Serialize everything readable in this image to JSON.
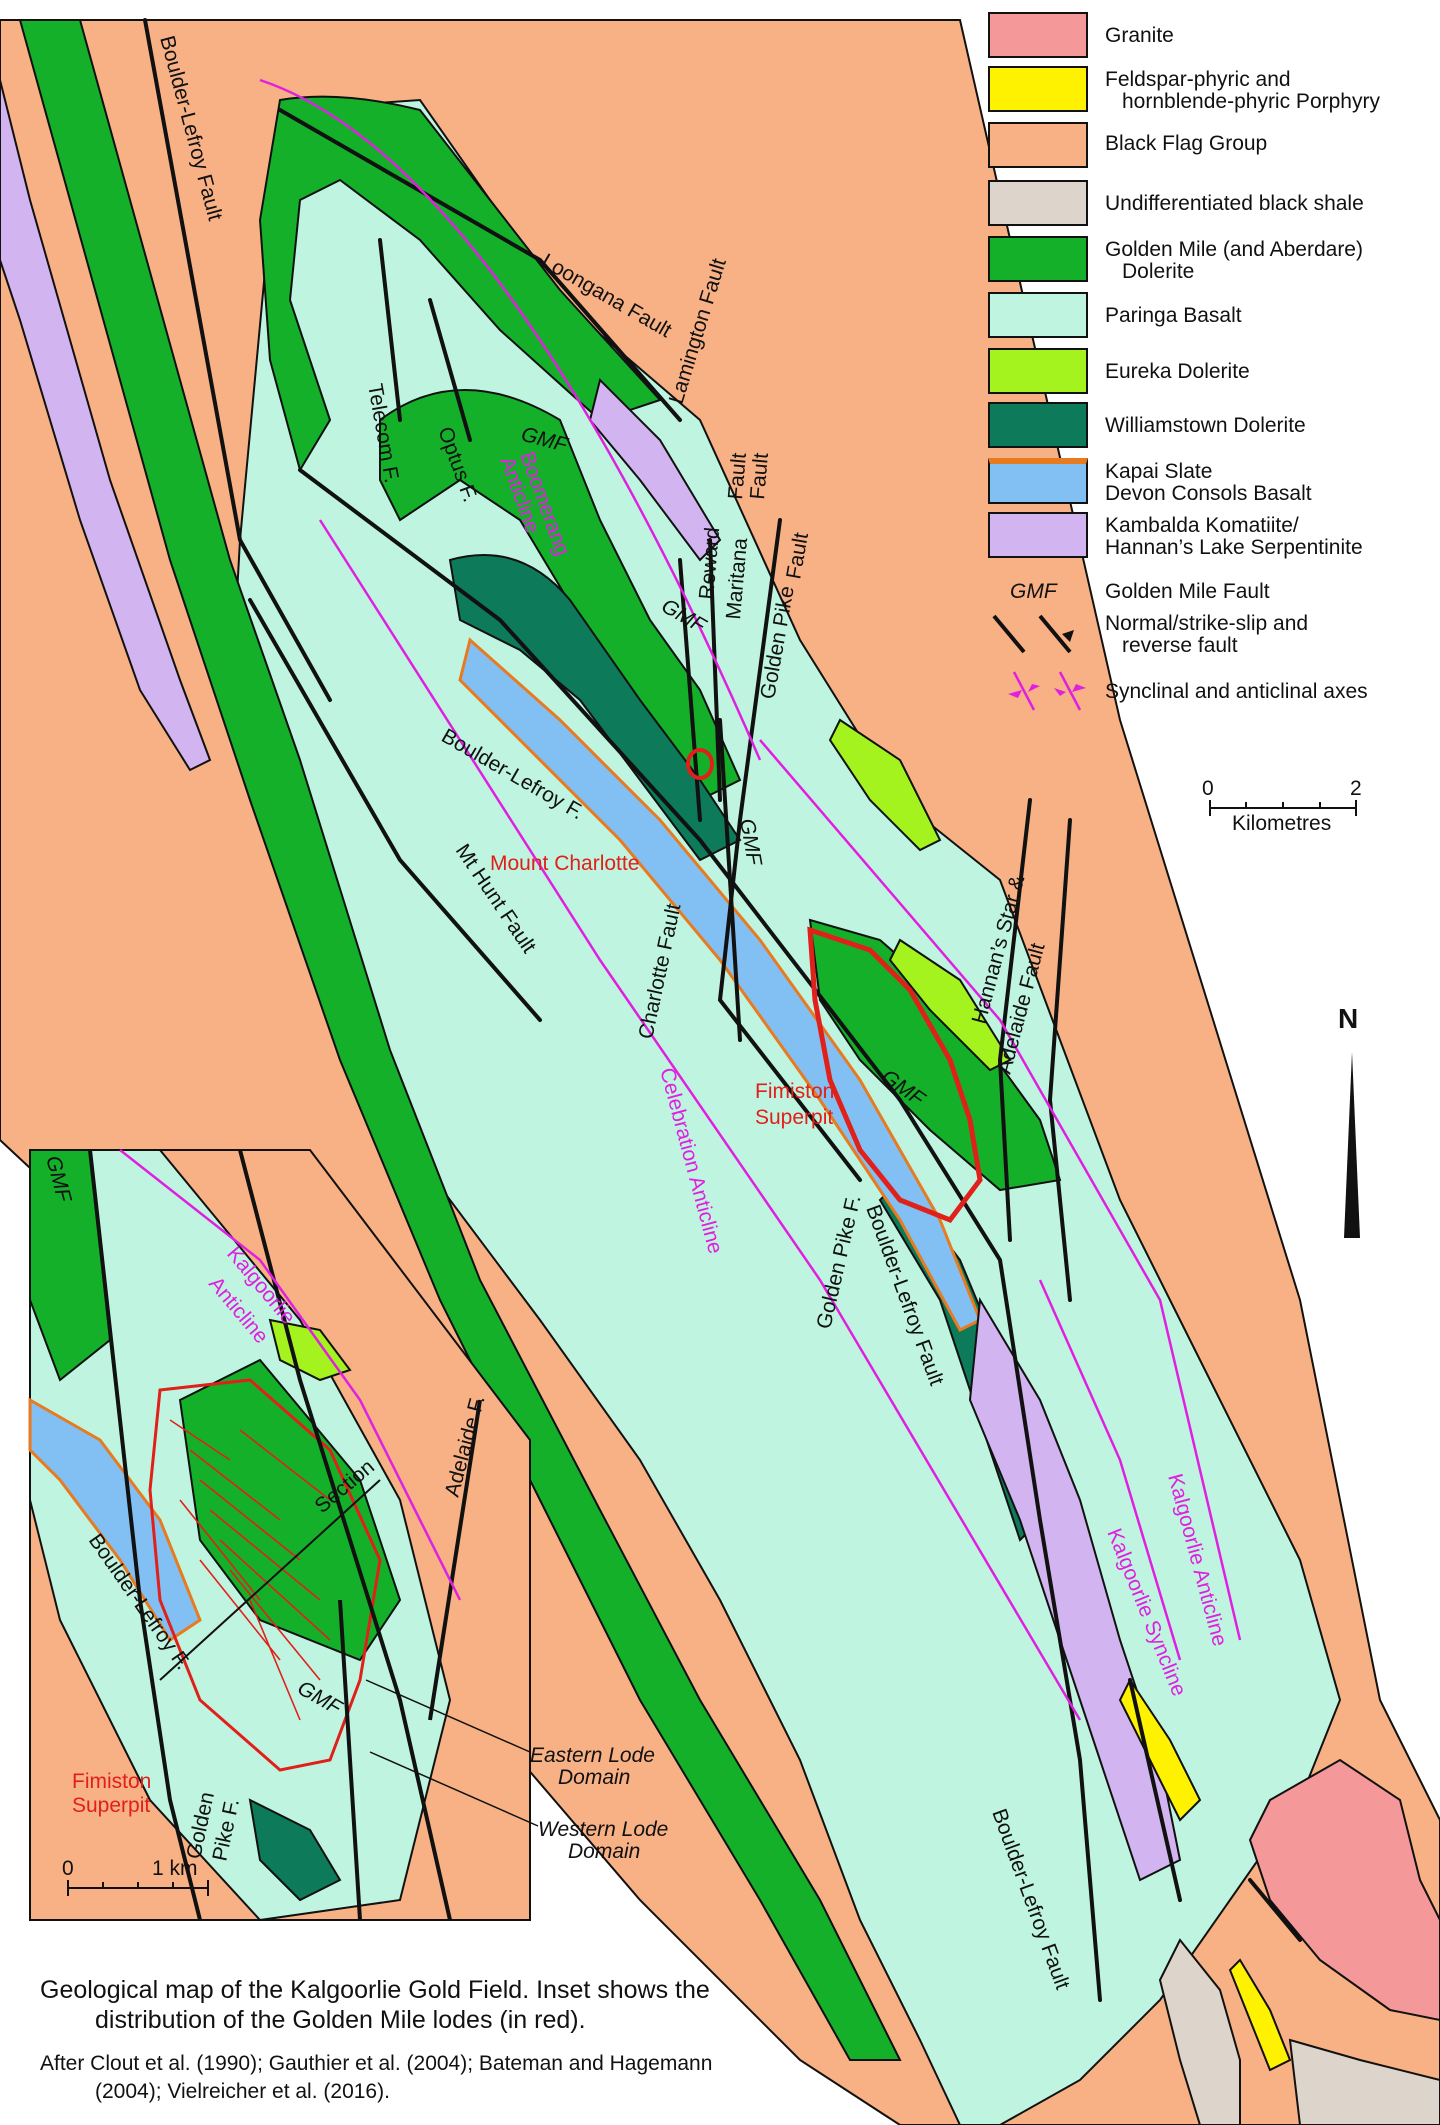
{
  "colors": {
    "granite": "#f4989a",
    "porphyry": "#fff200",
    "black_flag": "#f8b185",
    "black_shale": "#ddd5cc",
    "golden_mile_dolerite": "#14b02a",
    "paringa_basalt": "#bff5e0",
    "eureka_dolerite": "#a4f21e",
    "williamstown_dolerite": "#0d7a5a",
    "kapai_slate": "#e87a1f",
    "devon_consols_basalt": "#82bff2",
    "kambalda_komatiite": "#d2b4f0",
    "fold_axes": "#e020e0",
    "lodes": "#e0201a"
  },
  "legend": {
    "items": [
      {
        "label": "Granite",
        "color": "#f4989a"
      },
      {
        "label": "Feldspar-phyric and",
        "label2": "hornblende-phyric Porphyry",
        "color": "#fff200"
      },
      {
        "label": "Black Flag Group",
        "color": "#f8b185"
      },
      {
        "label": "Undifferentiated black shale",
        "color": "#ddd5cc"
      },
      {
        "label": "Golden Mile (and Aberdare)",
        "label2": "Dolerite",
        "color": "#14b02a"
      },
      {
        "label": "Paringa Basalt",
        "color": "#bff5e0"
      },
      {
        "label": "Eureka Dolerite",
        "color": "#a4f21e"
      },
      {
        "label": "Williamstown Dolerite",
        "color": "#0d7a5a"
      },
      {
        "label": "Kapai Slate",
        "label2": "Devon Consols Basalt",
        "color": "#82bff2"
      },
      {
        "label": "Kambalda Komatiite/",
        "label2": "Hannan’s Lake Serpentinite",
        "color": "#d2b4f0"
      }
    ],
    "gmf_abbrev": "GMF",
    "gmf_label": "Golden Mile Fault",
    "fault_label": "Normal/strike-slip and",
    "fault_label2": "reverse fault",
    "axes_label": "Synclinal and anticlinal axes"
  },
  "scale": {
    "zero": "0",
    "two": "2",
    "unit": "Kilometres"
  },
  "north": "N",
  "labels": {
    "boulder_lefroy_fault_nw": "Boulder-Lefroy Fault",
    "loongana_fault": "Loongana Fault",
    "lamington_fault": "Lamington Fault",
    "telecom_f": "Telecom F.",
    "optus_f": "Optus F.",
    "gmf": "GMF",
    "boomerang_anticline": "Boomerang",
    "boomerang_anticline2": "Anticline",
    "reward_fault": "Reward",
    "maritana_fault": "Maritana",
    "fault_word": "Fault",
    "golden_pike": "Golden Pike",
    "boulder_lefroy_f": "Boulder-Lefroy F.",
    "mount_charlotte": "Mount Charlotte",
    "mt_hunt_fault": "Mt Hunt Fault",
    "charlotte_fault": "Charlotte Fault",
    "celebration_anticline": "Celebration Anticline",
    "fimiston_superpit": "Fimiston",
    "fimiston_superpit2": "Superpit",
    "hannans_star": "Hannan’s Star &",
    "adelaide_fault": "Adelaide Fault",
    "golden_pike_f": "Golden Pike F.",
    "boulder_lefroy_fault_c": "Boulder-Lefroy Fault",
    "kalgoorlie_anticline": "Kalgoorlie Anticline",
    "kalgoorlie_syncline": "Kalgoorlie Syncline",
    "boulder_lefroy_fault_s": "Boulder-Lefroy Fault"
  },
  "inset": {
    "gmf": "GMF",
    "kalgoorlie": "Kalgoorlie",
    "anticline": "Anticline",
    "section": "Section",
    "adelaide_f": "Adelaide F.",
    "boulder_lefroy_f": "Boulder-Lefroy F.",
    "fimiston": "Fimiston",
    "superpit": "Superpit",
    "eastern_lode": "Eastern Lode",
    "domain": "Domain",
    "western_lode": "Western Lode",
    "golden": "Golden",
    "pike_f": "Pike F.",
    "scale_zero": "0",
    "scale_unit": "1 km"
  },
  "caption": {
    "line1": "Geological map of the Kalgoorlie Gold Field. Inset shows the",
    "line2": "distribution of the Golden Mile lodes (in red).",
    "source1": "After Clout et al. (1990); Gauthier et al. (2004); Bateman and Hagemann",
    "source2": "(2004); Vielreicher et al. (2016)."
  }
}
